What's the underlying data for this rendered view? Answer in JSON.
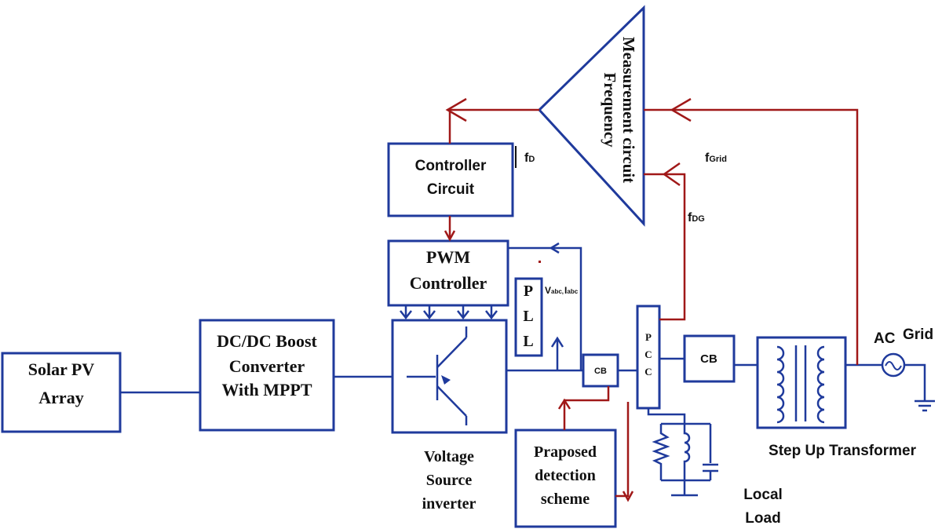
{
  "blocks": {
    "solar_pv": [
      "Solar PV",
      "Array"
    ],
    "dcdc": [
      "DC/DC Boost",
      "Converter",
      "With MPPT"
    ],
    "vsi": [
      "Voltage",
      "Source",
      "inverter"
    ],
    "controller": [
      "Controller",
      "Circuit"
    ],
    "pwm": [
      "PWM",
      "Controller"
    ],
    "pll": [
      "P",
      "L",
      "L"
    ],
    "pcc": [
      "P",
      "C",
      "C"
    ],
    "cb_left": "CB",
    "cb_right": "CB",
    "detection": [
      "Praposed",
      "detection",
      "scheme"
    ],
    "freq": [
      "Frequency",
      "Measurement circuit"
    ],
    "transformer": "Step Up Transformer",
    "grid_ac": "AC",
    "grid_label": "Grid",
    "local_load": [
      "Local",
      "Load"
    ]
  },
  "signals": {
    "fd_main": "f",
    "fd_sub": "D",
    "fgrid_main": "f",
    "fgrid_sub": "Grid",
    "fdg_main": "f",
    "fdg_sub": "DG",
    "vabc_main": "V",
    "vabc_sub": "abc,",
    "iabc_main": "I",
    "iabc_sub": "abc"
  },
  "colors": {
    "block": "#1f3a9c",
    "feedback": "#a01818"
  }
}
